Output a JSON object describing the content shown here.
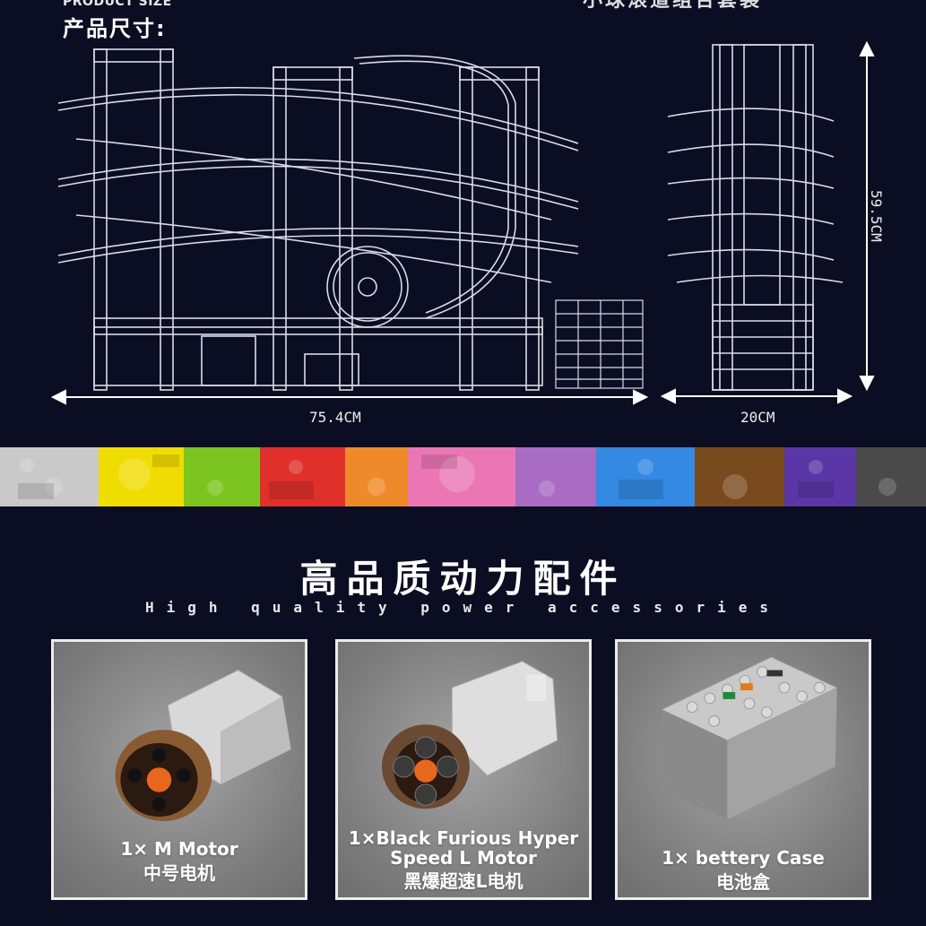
{
  "header": {
    "en_label": "PRODUCT SIZE",
    "cn_label": "产品尺寸:",
    "top_partial": "小球滚道组合套装"
  },
  "dimensions": {
    "front_width": "75.4CM",
    "side_width": "20CM",
    "height": "59.5CM"
  },
  "section": {
    "title_cn": "高品质动力配件",
    "title_en": "High quality power accessories"
  },
  "products": [
    {
      "name_en": "1× M Motor",
      "name_cn": "中号电机",
      "icon": "m-motor-icon"
    },
    {
      "name_en_line1": "1×Black Furious Hyper",
      "name_en_line2": "Speed L Motor",
      "name_cn": "黑爆超速L电机",
      "icon": "l-motor-icon"
    },
    {
      "name_en": "1× bettery Case",
      "name_cn": "电池盒",
      "icon": "battery-case-icon"
    }
  ],
  "colors": {
    "background": "#0b0d22",
    "band": [
      "#dcdcdc",
      "#a8a8a8",
      "#f2e400",
      "#f7d400",
      "#7fcc1f",
      "#e3332c",
      "#f08a2a",
      "#ee7fb8",
      "#b06fc7",
      "#2f6fd4",
      "#3a8ee8",
      "#7a4a1f",
      "#5b37a7",
      "#4a4a4a"
    ]
  }
}
